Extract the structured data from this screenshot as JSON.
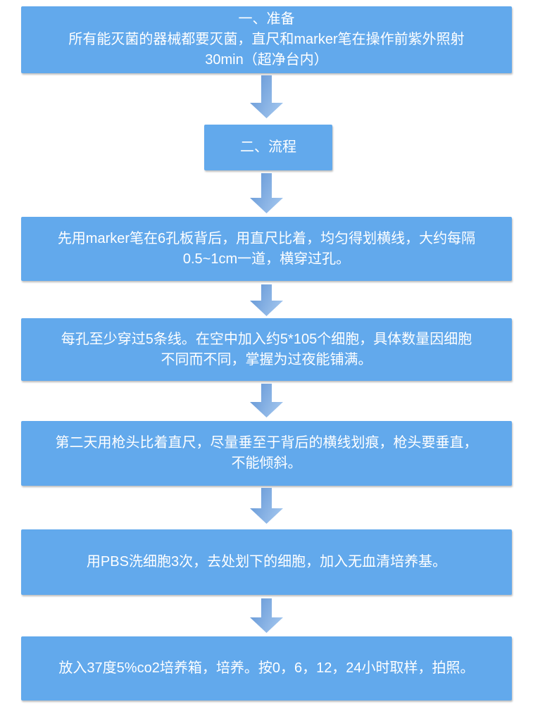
{
  "colors": {
    "box_fill": "#62a9ec",
    "box_text": "#ffffff",
    "arrow_from": "#5f93d4",
    "arrow_to": "#a9cbf1",
    "page_bg": "#ffffff"
  },
  "flowchart": {
    "steps": [
      {
        "id": "preparation",
        "lines": [
          "一、准备",
          "所有能灭菌的器械都要灭菌，直尺和marker笔在操作前紫外照射",
          "30min（超净台内）"
        ]
      },
      {
        "id": "process",
        "lines": [
          "二、流程"
        ]
      },
      {
        "id": "draw-lines",
        "lines": [
          "先用marker笔在6孔板背后，用直尺比着，均匀得划横线，大约每隔",
          "0.5~1cm一道，横穿过孔。"
        ]
      },
      {
        "id": "seed-cells",
        "lines": [
          "每孔至少穿过5条线。在空中加入约5*105个细胞，具体数量因细胞",
          "不同而不同，掌握为过夜能铺满。"
        ]
      },
      {
        "id": "scratch",
        "lines": [
          "第二天用枪头比着直尺，尽量垂至于背后的横线划痕，枪头要垂直，",
          "不能倾斜。"
        ]
      },
      {
        "id": "wash",
        "lines": [
          "用PBS洗细胞3次，去处划下的细胞，加入无血清培养基。"
        ]
      },
      {
        "id": "incubate",
        "lines": [
          "放入37度5%co2培养箱，培养。按0，6，12，24小时取样，拍照。"
        ]
      }
    ]
  }
}
